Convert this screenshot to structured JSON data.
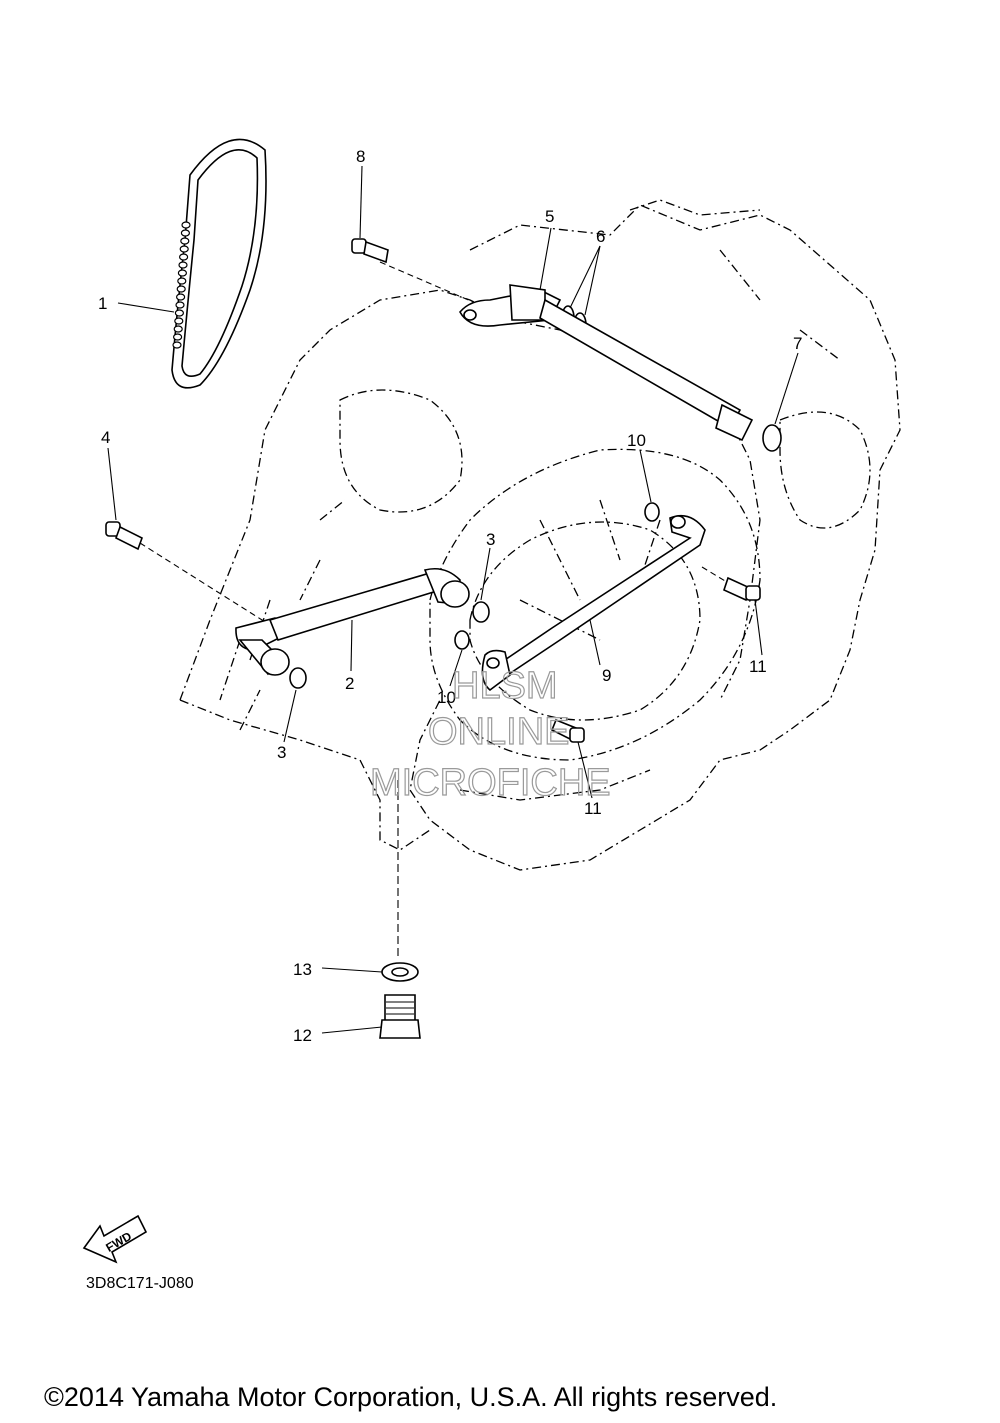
{
  "diagram": {
    "part_labels": {
      "p1": "1",
      "p2": "2",
      "p3a": "3",
      "p3b": "3",
      "p4": "4",
      "p5": "5",
      "p6": "6",
      "p7": "7",
      "p8": "8",
      "p9": "9",
      "p10a": "10",
      "p10b": "10",
      "p11a": "11",
      "p11b": "11",
      "p12": "12",
      "p13": "13"
    },
    "fwd_label": "FWD",
    "reference_code": "3D8C171-J080",
    "watermark": [
      "HLSM",
      "ONLINE",
      "MICROFICHE"
    ],
    "copyright": "©2014 Yamaha Motor Corporation, U.S.A. All rights reserved."
  }
}
